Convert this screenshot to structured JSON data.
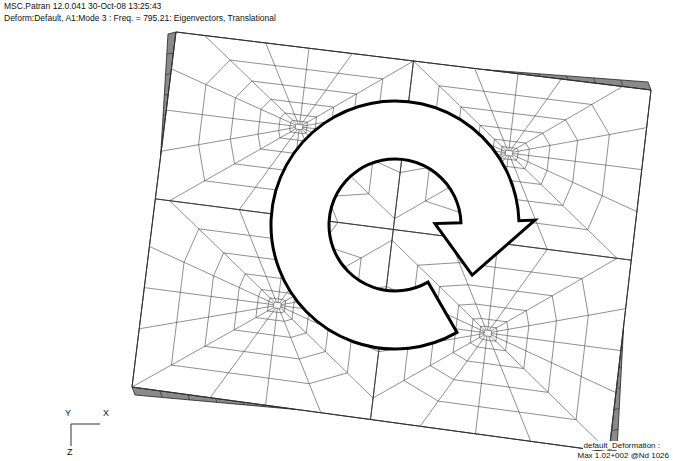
{
  "diagram": {
    "labels": [
      "MSC.Patran 12.0.041 30-Oct-08 13:25:43",
      "Deform:Default, A1:Mode 3 : Freq. = 795.21: Eigenvectors, Translational",
      "Y",
      "X",
      "Z",
      "default_Deformation :",
      "Max 1.02+002 @Nd 1026"
    ]
  }
}
